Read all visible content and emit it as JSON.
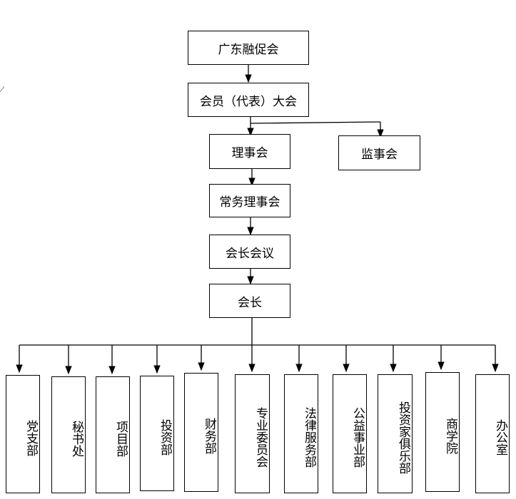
{
  "org": {
    "top": "广东融促会",
    "assembly": "会员（代表）大会",
    "council": "理事会",
    "supervisory": "监事会",
    "standing": "常务理事会",
    "presidents_meeting": "会长会议",
    "president": "会长"
  },
  "departments": [
    "党支部",
    "秘书处",
    "项目部",
    "投资部",
    "财务部",
    "专业委员会",
    "法律服务部",
    "公益事业部",
    "投资家俱乐部",
    "商学院",
    "办公室"
  ],
  "colors": {
    "line": "#000000",
    "background": "#ffffff"
  }
}
